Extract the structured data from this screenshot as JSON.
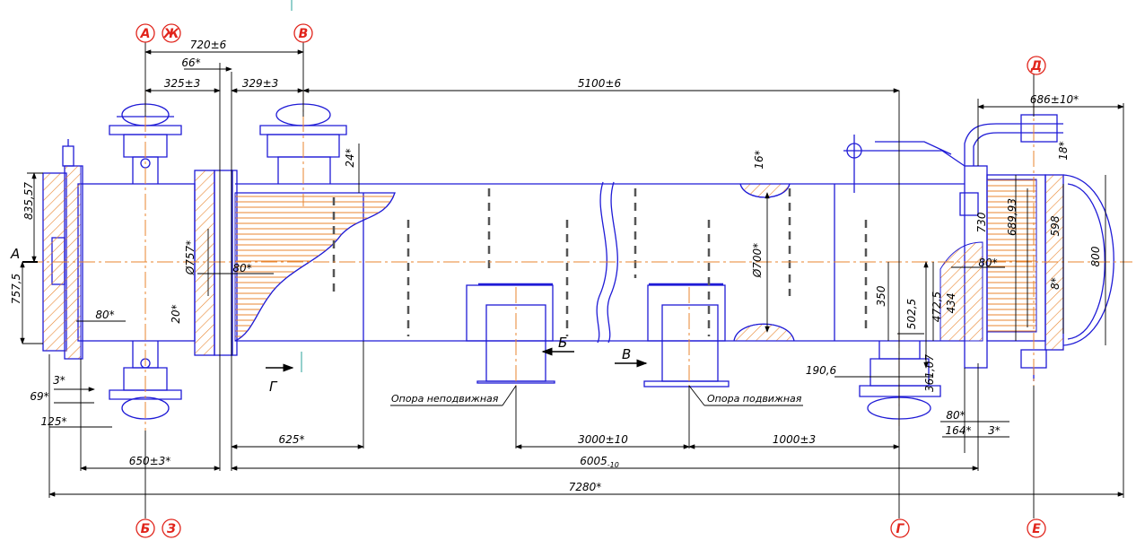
{
  "colors": {
    "outline": "#1f1bd6",
    "dimension": "#000000",
    "hatch": "#e9852f",
    "centerline": "#e9852f",
    "marker": "#e1241b"
  },
  "markers": {
    "A_top": "А",
    "Zh_top": "Ж",
    "V_top": "В",
    "D_top": "Д",
    "B_bottom": "Б",
    "Z_bottom": "З",
    "G_bottom": "Г",
    "E_bottom": "Е"
  },
  "section_labels": {
    "A": "А",
    "B": "Б",
    "V": "В",
    "G": "Г"
  },
  "dimensions": {
    "d720": "720±6",
    "d66": "66*",
    "d325": "325±3",
    "d329": "329±3",
    "d5100": "5100±6",
    "d686": "686±10*",
    "d18": "18*",
    "d24": "24*",
    "d16": "16*",
    "d835": "835,57",
    "d757": "757,5",
    "d757s": "Ø757*",
    "d80a": "80*",
    "d80b": "80*",
    "d80c": "80*",
    "d80d": "80*",
    "d20": "20*",
    "d3a": "3*",
    "d69": "69*",
    "d125": "125*",
    "d650": "650±3*",
    "d625": "625*",
    "d700": "Ø700*",
    "d350": "350",
    "d5025": "502,5",
    "d4725": "472,5",
    "d434": "434",
    "d730": "730",
    "d68993": "689,93",
    "d598": "598",
    "d8": "8*",
    "d800": "800",
    "d1906": "190,6",
    "d36107": "361,07",
    "d3000": "3000±10",
    "d1000": "1000±3",
    "d6005": "6005",
    "d6005tol": "-10",
    "d7280": "7280*",
    "d164": "164*",
    "d3b": "3*"
  },
  "notes": {
    "fixed_support": "Опора неподвижная",
    "movable_support": "Опора подвижная"
  }
}
